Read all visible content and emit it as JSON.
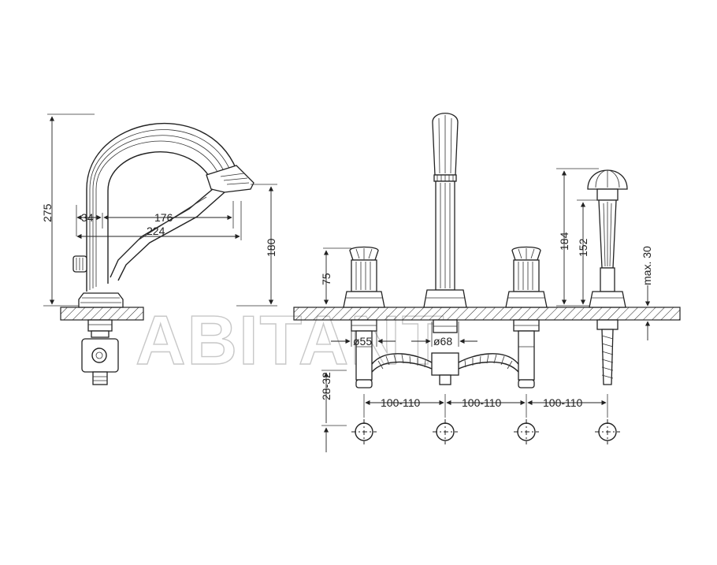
{
  "watermark": "ABITANT",
  "side_view": {
    "dims": {
      "height_total": "275",
      "offset": "34",
      "reach_inner": "176",
      "reach_outer": "224",
      "spout_height": "180"
    }
  },
  "front_view": {
    "dims": {
      "handle_height": "75",
      "hole_left": "ø55",
      "hole_center": "ø68",
      "deck_thickness": "28-32",
      "spacing_1": "100-110",
      "spacing_2": "100-110",
      "spacing_3": "100-110",
      "shower_total": "184",
      "shower_inner": "152",
      "max_deck": "max. 30"
    }
  }
}
